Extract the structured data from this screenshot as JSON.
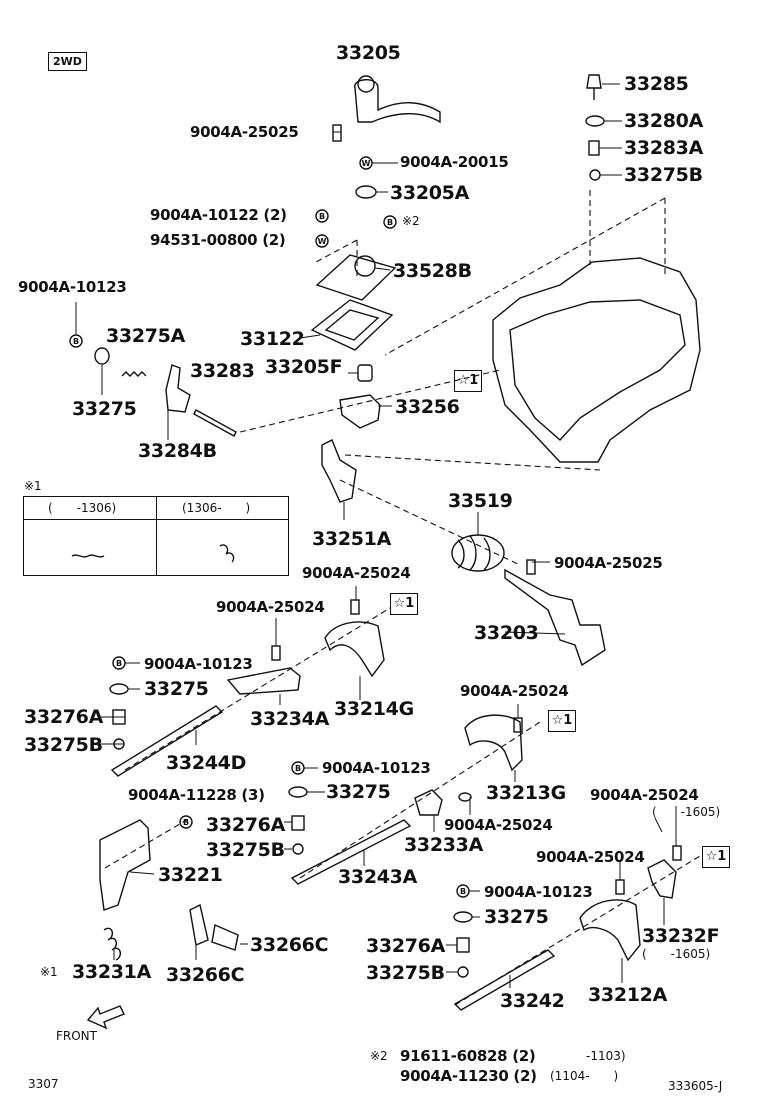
{
  "badge_2wd": "2WD",
  "star_label": "☆1",
  "note_mark_1": "※1",
  "note_mark_2": "※2",
  "table": {
    "col_left": "(　　-1306)",
    "col_right": "(1306-　　)"
  },
  "parts": {
    "p33205": "33205",
    "p9004a_25025_top": "9004A-25025",
    "p9004a_20015": "9004A-20015",
    "p33205a": "33205A",
    "p9004a_10122": "9004A-10122 (2)",
    "p94531_00800": "94531-00800 (2)",
    "p33528b": "33528B",
    "p33122": "33122",
    "p33205f": "33205F",
    "p33256": "33256",
    "p33285": "33285",
    "p33280a": "33280A",
    "p33283a": "33283A",
    "p33275b_top": "33275B",
    "p9004a_10123_left": "9004A-10123",
    "p33275a": "33275A",
    "p33283": "33283",
    "p33275_left": "33275",
    "p33284b": "33284B",
    "p33519": "33519",
    "p33251a": "33251A",
    "p9004a_25025_mid": "9004A-25025",
    "p9004a_25024_a": "9004A-25024",
    "p9004a_25024_b": "9004A-25024",
    "p33203": "33203",
    "p9004a_10123_b": "9004A-10123",
    "p33275_b": "33275",
    "p33234a": "33234A",
    "p33214g": "33214G",
    "p33276a_b": "33276A",
    "p33275b_b": "33275B",
    "p33244d": "33244D",
    "p9004a_25024_c": "9004A-25024",
    "p33213g": "33213G",
    "p9004a_10123_c": "9004A-10123",
    "p33275_c": "33275",
    "p9004a_11228": "9004A-11228 (3)",
    "p33276a_c": "33276A",
    "p33275b_c": "33275B",
    "p9004a_25024_d": "9004A-25024",
    "p33233a": "33233A",
    "p33243a": "33243A",
    "p33221": "33221",
    "p9004a_25024_e": "9004A-25024",
    "p9004a_25024_f": "9004A-25024",
    "p1605_a": "(　　-1605)",
    "p33266c_a": "33266C",
    "p33266c_b": "33266C",
    "p33231a": "33231A",
    "p9004a_10123_d": "9004A-10123",
    "p33275_d": "33275",
    "p33276a_d": "33276A",
    "p33275b_d": "33275B",
    "p33242": "33242",
    "p33212a": "33212A",
    "p33232f": "33232F",
    "p1605_b": "(　　-1605)",
    "front": "FRONT",
    "fn_1": "91611-60828 (2)",
    "fn_1_range": "-1103)",
    "fn_2": "9004A-11230 (2)",
    "fn_2_range": "(1104-　　)",
    "page_code": "3307",
    "doc_code": "333605-J"
  }
}
